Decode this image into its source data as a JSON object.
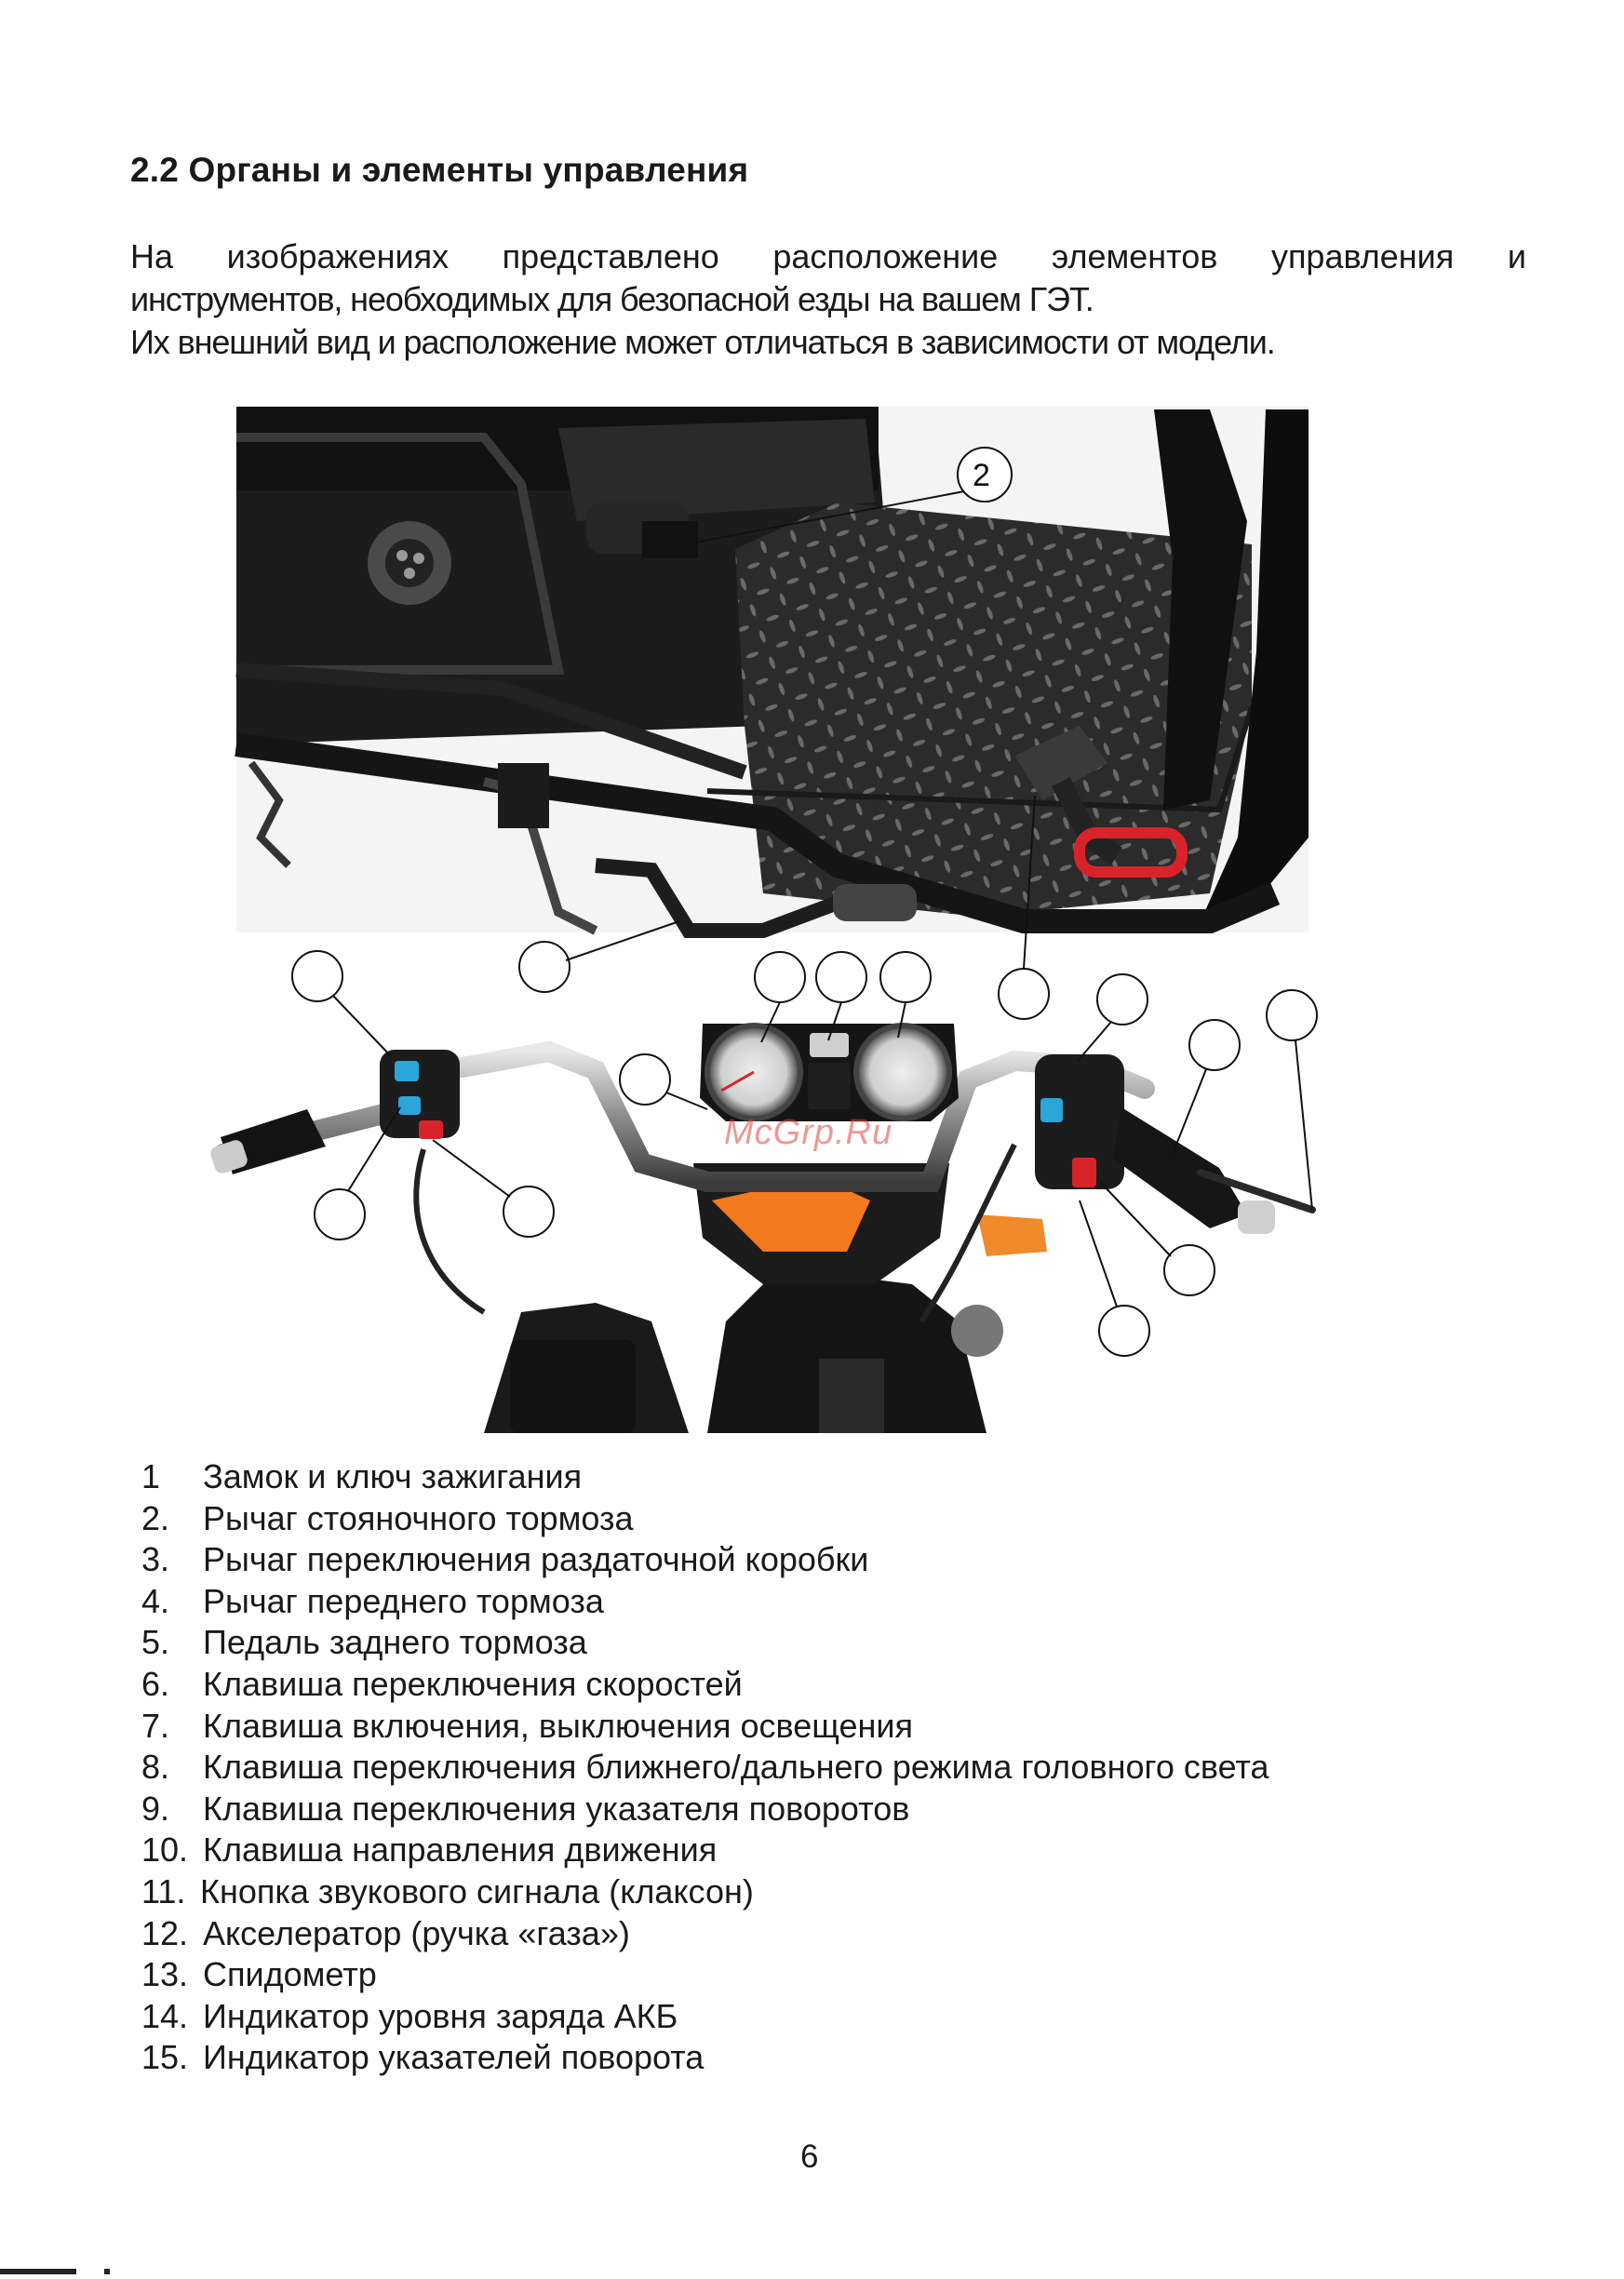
{
  "section": {
    "heading": "2.2 Органы и элементы управления"
  },
  "intro": {
    "line1": "На изображениях представлено расположение элементов управления и",
    "line2": "инструментов, необходимых для безопасной езды на вашем ГЭТ.",
    "line3": "Их внешний вид и расположение может отличаться в зависимости от модели."
  },
  "figure": {
    "callout_label": "2",
    "watermark": "McGrp.Ru"
  },
  "legend": [
    {
      "num": "1",
      "text": "Замок и ключ зажигания"
    },
    {
      "num": "2.",
      "text": "Рычаг стояночного тормоза"
    },
    {
      "num": "3.",
      "text": "Рычаг переключения раздаточной коробки"
    },
    {
      "num": "4.",
      "text": "Рычаг переднего тормоза"
    },
    {
      "num": "5.",
      "text": "Педаль заднего тормоза"
    },
    {
      "num": "6.",
      "text": "Клавиша переключения скоростей"
    },
    {
      "num": "7.",
      "text": "Клавиша включения, выключения освещения"
    },
    {
      "num": "8.",
      "text": "Клавиша переключения ближнего/дальнего режима головного света"
    },
    {
      "num": "9.",
      "text": "Клавиша переключения указателя поворотов"
    },
    {
      "num": "10.",
      "text": "Клавиша направления движения"
    },
    {
      "num": "11.",
      "text": "Кнопка звукового сигнала (клаксон)"
    },
    {
      "num": "12.",
      "text": "Акселератор (ручка «газа»)"
    },
    {
      "num": "13.",
      "text": "Спидометр"
    },
    {
      "num": "14.",
      "text": "Индикатор уровня заряда АКБ"
    },
    {
      "num": "15.",
      "text": "Индикатор указателей поворота"
    }
  ],
  "page": {
    "number": "6"
  }
}
